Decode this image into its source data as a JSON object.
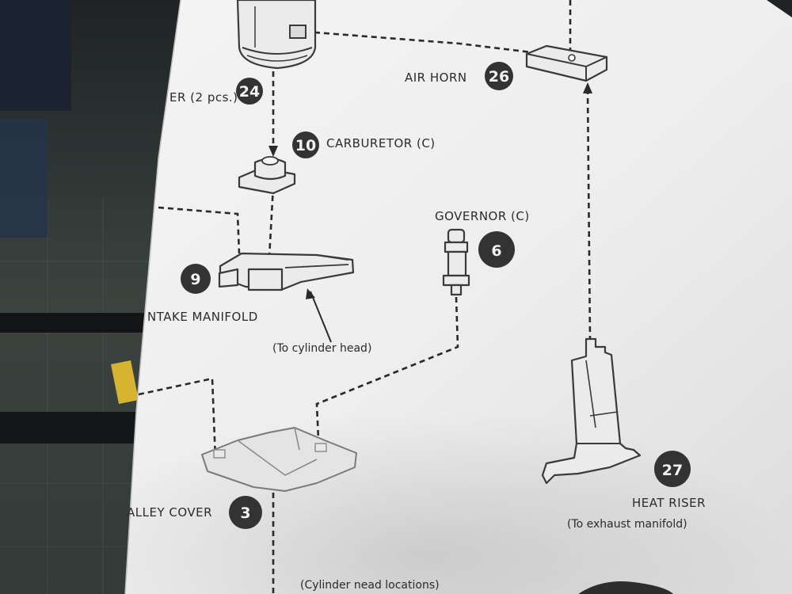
{
  "diagram": {
    "labels": {
      "air_cleaner": "ER (2 pcs.)",
      "air_horn": "AIR HORN",
      "carburetor": "CARBURETOR (C)",
      "governor": "GOVERNOR (C)",
      "intake_manifold": "NTAKE MANIFOLD",
      "to_cylinder_head": "(To cylinder head)",
      "valley_cover": "ALLEY COVER",
      "heat_riser": "HEAT RISER",
      "to_exhaust_manifold": "(To exhaust manifold)",
      "cylinder_head_locations": "(Cylinder nead locations)"
    },
    "part_numbers": {
      "air_cleaner": "24",
      "air_horn": "26",
      "carburetor": "10",
      "governor": "6",
      "intake_manifold": "9",
      "valley_cover": "3",
      "heat_riser": "27"
    }
  },
  "colors": {
    "paper": "#f1f1f1",
    "ink": "#2b2b2b",
    "badge": "#333333",
    "background": "#2a2f2c"
  }
}
